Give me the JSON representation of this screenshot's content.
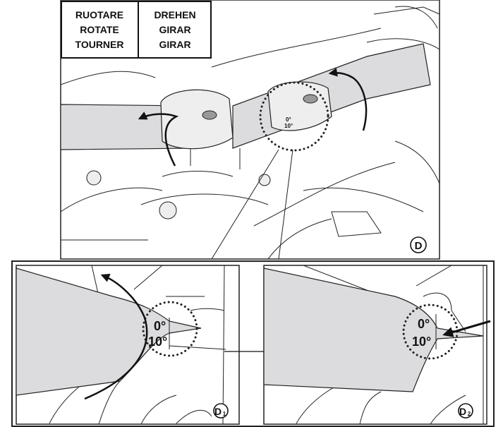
{
  "legend": {
    "column_1": [
      "RUOTARE",
      "ROTATE",
      "TOURNER"
    ],
    "column_2": [
      "DREHEN",
      "GIRAR",
      "GIRAR"
    ]
  },
  "panels": {
    "main": {
      "label": "D",
      "scale_marks": [
        "0°",
        "10°"
      ]
    },
    "detail_1": {
      "label": "D",
      "sub": "1",
      "scale_marks": [
        "0°",
        "10°"
      ]
    },
    "detail_2": {
      "label": "D",
      "sub": "2",
      "scale_marks": [
        "0°",
        "10°"
      ]
    }
  },
  "colors": {
    "handlebar_fill": "#dcdcdf",
    "ink": "#222222"
  }
}
